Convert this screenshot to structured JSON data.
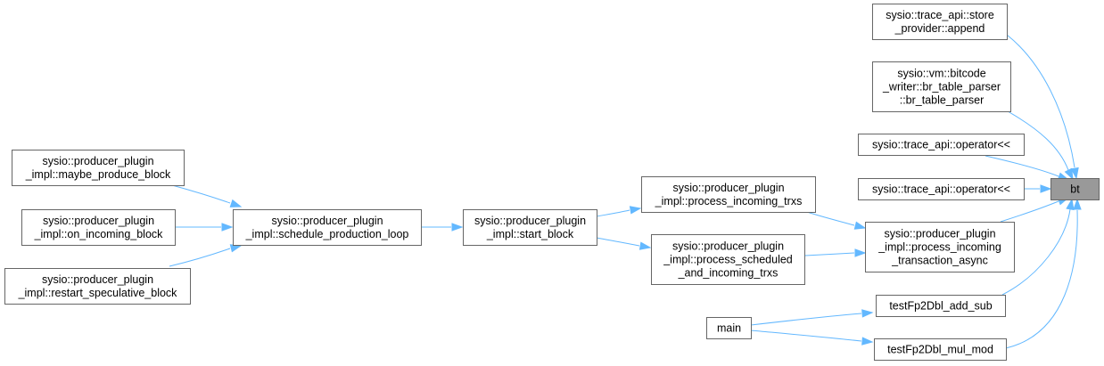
{
  "nodes": {
    "bt": {
      "lines": [
        "bt"
      ]
    },
    "store_append": {
      "lines": [
        "sysio::trace_api::store",
        "_provider::append"
      ]
    },
    "br_table_parser": {
      "lines": [
        "sysio::vm::bitcode",
        "_writer::br_table_parser",
        "::br_table_parser"
      ]
    },
    "operator_lshift_1": {
      "lines": [
        "sysio::trace_api::operator<<"
      ]
    },
    "operator_lshift_2": {
      "lines": [
        "sysio::trace_api::operator<<"
      ]
    },
    "process_incoming_transaction_async": {
      "lines": [
        "sysio::producer_plugin",
        "_impl::process_incoming",
        "_transaction_async"
      ]
    },
    "testFp2Dbl_add_sub": {
      "lines": [
        "testFp2Dbl_add_sub"
      ]
    },
    "testFp2Dbl_mul_mod": {
      "lines": [
        "testFp2Dbl_mul_mod"
      ]
    },
    "main": {
      "lines": [
        "main"
      ]
    },
    "process_incoming_trxs": {
      "lines": [
        "sysio::producer_plugin",
        "_impl::process_incoming_trxs"
      ]
    },
    "process_scheduled_and_incoming_trxs": {
      "lines": [
        "sysio::producer_plugin",
        "_impl::process_scheduled",
        "_and_incoming_trxs"
      ]
    },
    "start_block": {
      "lines": [
        "sysio::producer_plugin",
        "_impl::start_block"
      ]
    },
    "schedule_production_loop": {
      "lines": [
        "sysio::producer_plugin",
        "_impl::schedule_production_loop"
      ]
    },
    "maybe_produce_block": {
      "lines": [
        "sysio::producer_plugin",
        "_impl::maybe_produce_block"
      ]
    },
    "on_incoming_block": {
      "lines": [
        "sysio::producer_plugin",
        "_impl::on_incoming_block"
      ]
    },
    "restart_speculative_block": {
      "lines": [
        "sysio::producer_plugin",
        "_impl::restart_speculative_block"
      ]
    }
  },
  "edges": [
    {
      "from": "store_append",
      "to": "bt"
    },
    {
      "from": "br_table_parser",
      "to": "bt"
    },
    {
      "from": "operator_lshift_1",
      "to": "bt"
    },
    {
      "from": "operator_lshift_2",
      "to": "bt"
    },
    {
      "from": "process_incoming_transaction_async",
      "to": "bt"
    },
    {
      "from": "testFp2Dbl_add_sub",
      "to": "bt"
    },
    {
      "from": "testFp2Dbl_mul_mod",
      "to": "bt"
    },
    {
      "from": "main",
      "to": "testFp2Dbl_add_sub"
    },
    {
      "from": "main",
      "to": "testFp2Dbl_mul_mod"
    },
    {
      "from": "process_incoming_trxs",
      "to": "process_incoming_transaction_async"
    },
    {
      "from": "process_scheduled_and_incoming_trxs",
      "to": "process_incoming_transaction_async"
    },
    {
      "from": "start_block",
      "to": "process_incoming_trxs"
    },
    {
      "from": "start_block",
      "to": "process_scheduled_and_incoming_trxs"
    },
    {
      "from": "schedule_production_loop",
      "to": "start_block"
    },
    {
      "from": "maybe_produce_block",
      "to": "schedule_production_loop"
    },
    {
      "from": "on_incoming_block",
      "to": "schedule_production_loop"
    },
    {
      "from": "restart_speculative_block",
      "to": "schedule_production_loop"
    }
  ],
  "colors": {
    "edge": "#63b8ff",
    "focus_fill": "#999999",
    "border": "#666666"
  }
}
